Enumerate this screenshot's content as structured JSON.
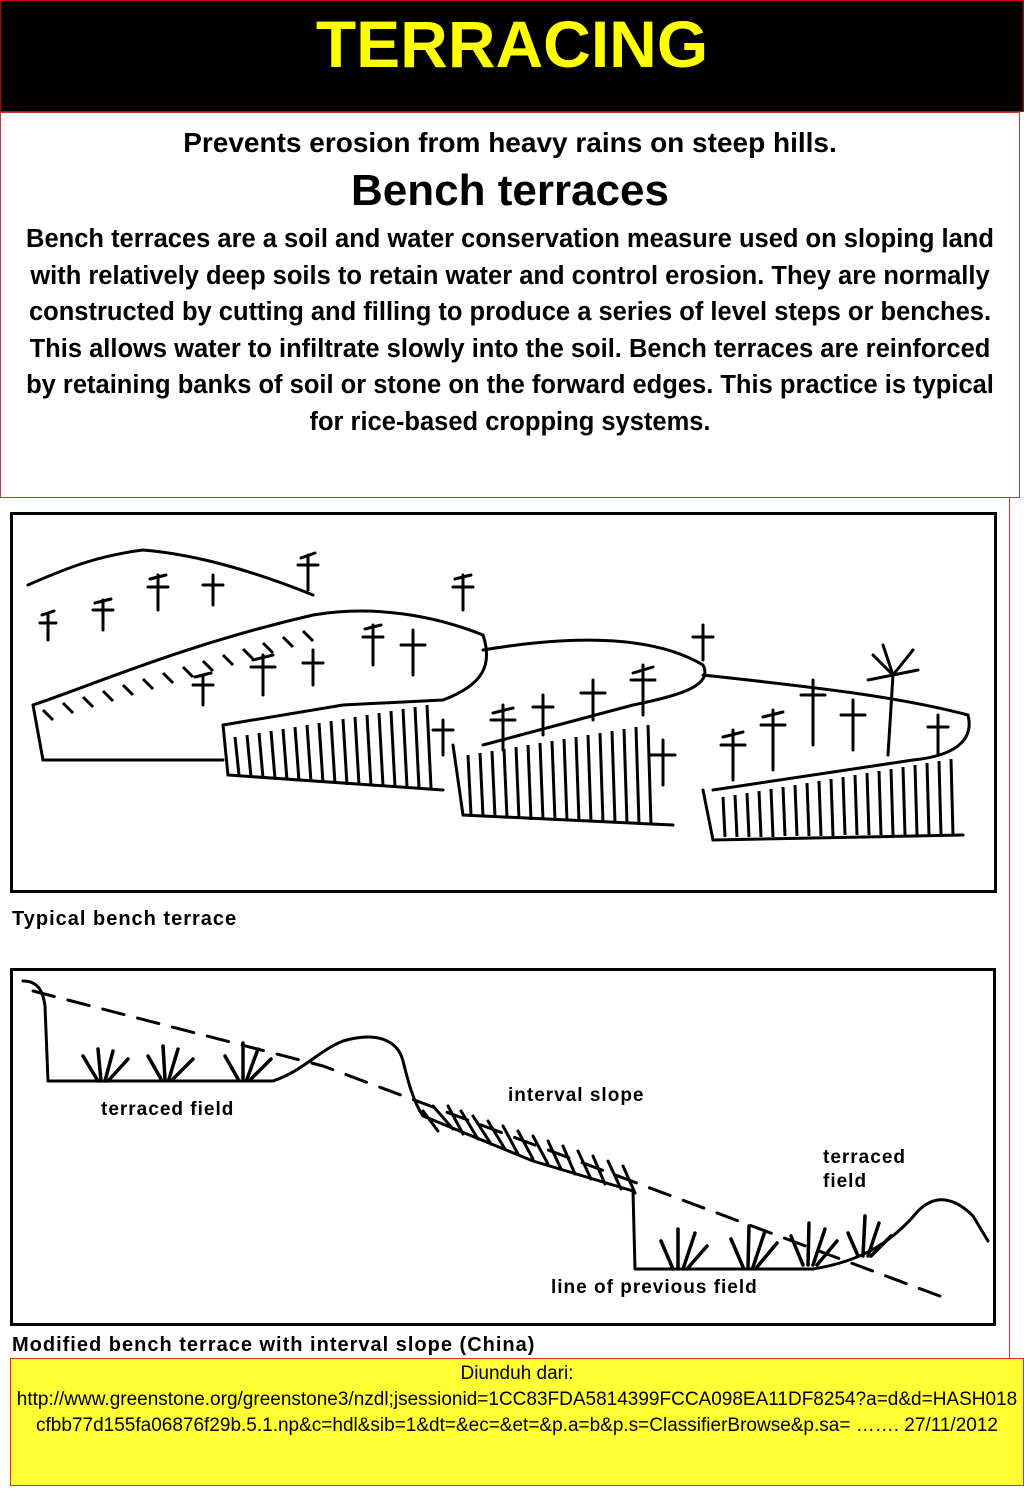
{
  "title": "TERRACING",
  "subtitle": "Prevents erosion from heavy rains on steep hills.",
  "heading": "Bench terraces",
  "body": "Bench terraces are a soil and water conservation measure used on sloping land with relatively deep soils to retain water and control erosion. They are normally constructed by cutting and filling to produce a series of level steps or benches. This allows water to infiltrate slowly into the soil. Bench terraces are reinforced by retaining banks of soil or stone on the forward edges. This practice is typical for rice-based cropping systems.",
  "figure1": {
    "caption": "Typical bench terrace"
  },
  "figure2": {
    "caption": "Modified bench terrace with interval slope (China)",
    "labels": {
      "terraced_field_left": "terraced field",
      "interval_slope": "interval slope",
      "terraced_field_right_1": "terraced",
      "terraced_field_right_2": "field",
      "previous_field": "line of previous field"
    }
  },
  "footer": {
    "source_label": "Diunduh dari:",
    "source_text": "http://www.greenstone.org/greenstone3/nzdl;jsessionid=1CC83FDA5814399FCCA098EA11DF8254?a=d&d=HASH018cfbb77d155fa06876f29b.5.1.np&c=hdl&sib=1&dt=&ec=&et=&p.a=b&p.s=ClassifierBrowse&p.sa= ……. 27/11/2012"
  },
  "colors": {
    "title_bg": "#000000",
    "title_text": "#ffff00",
    "border": "#cc3333",
    "footer_bg": "#ffff33"
  }
}
